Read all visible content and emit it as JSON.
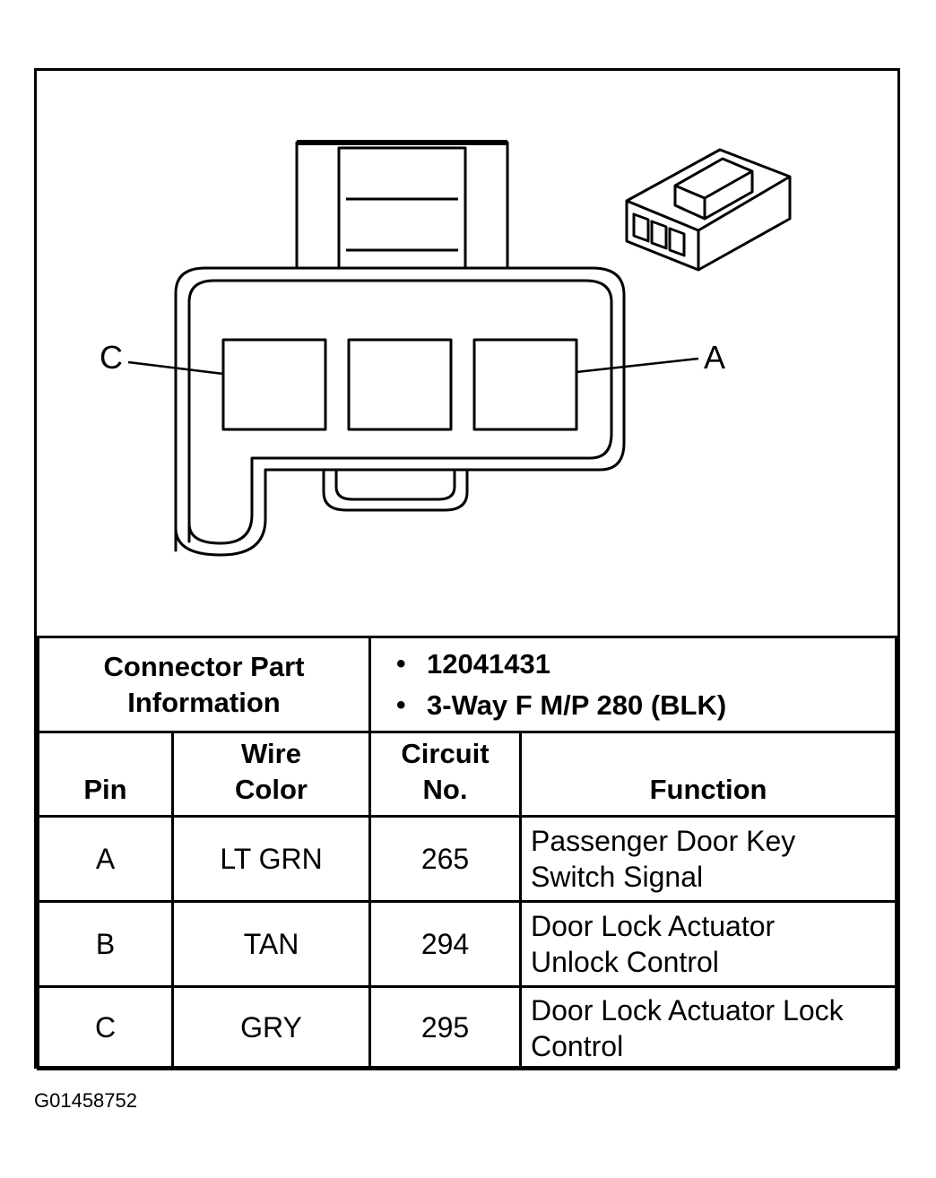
{
  "diagram": {
    "pin_labels": {
      "left": "C",
      "right": "A"
    }
  },
  "connector_info": {
    "label": "Connector Part Information",
    "items": [
      "12041431",
      "3-Way F M/P 280 (BLK)"
    ]
  },
  "table": {
    "headers": {
      "pin": "Pin",
      "wire_color": "Wire Color",
      "circuit_no": "Circuit No.",
      "function": "Function"
    },
    "rows": [
      {
        "pin": "A",
        "wire_color": "LT GRN",
        "circuit_no": "265",
        "function": "Passenger Door Key Switch Signal"
      },
      {
        "pin": "B",
        "wire_color": "TAN",
        "circuit_no": "294",
        "function": "Door Lock Actuator Unlock Control"
      },
      {
        "pin": "C",
        "wire_color": "GRY",
        "circuit_no": "295",
        "function": "Door Lock Actuator Lock Control"
      }
    ]
  },
  "figure_id": "G01458752"
}
